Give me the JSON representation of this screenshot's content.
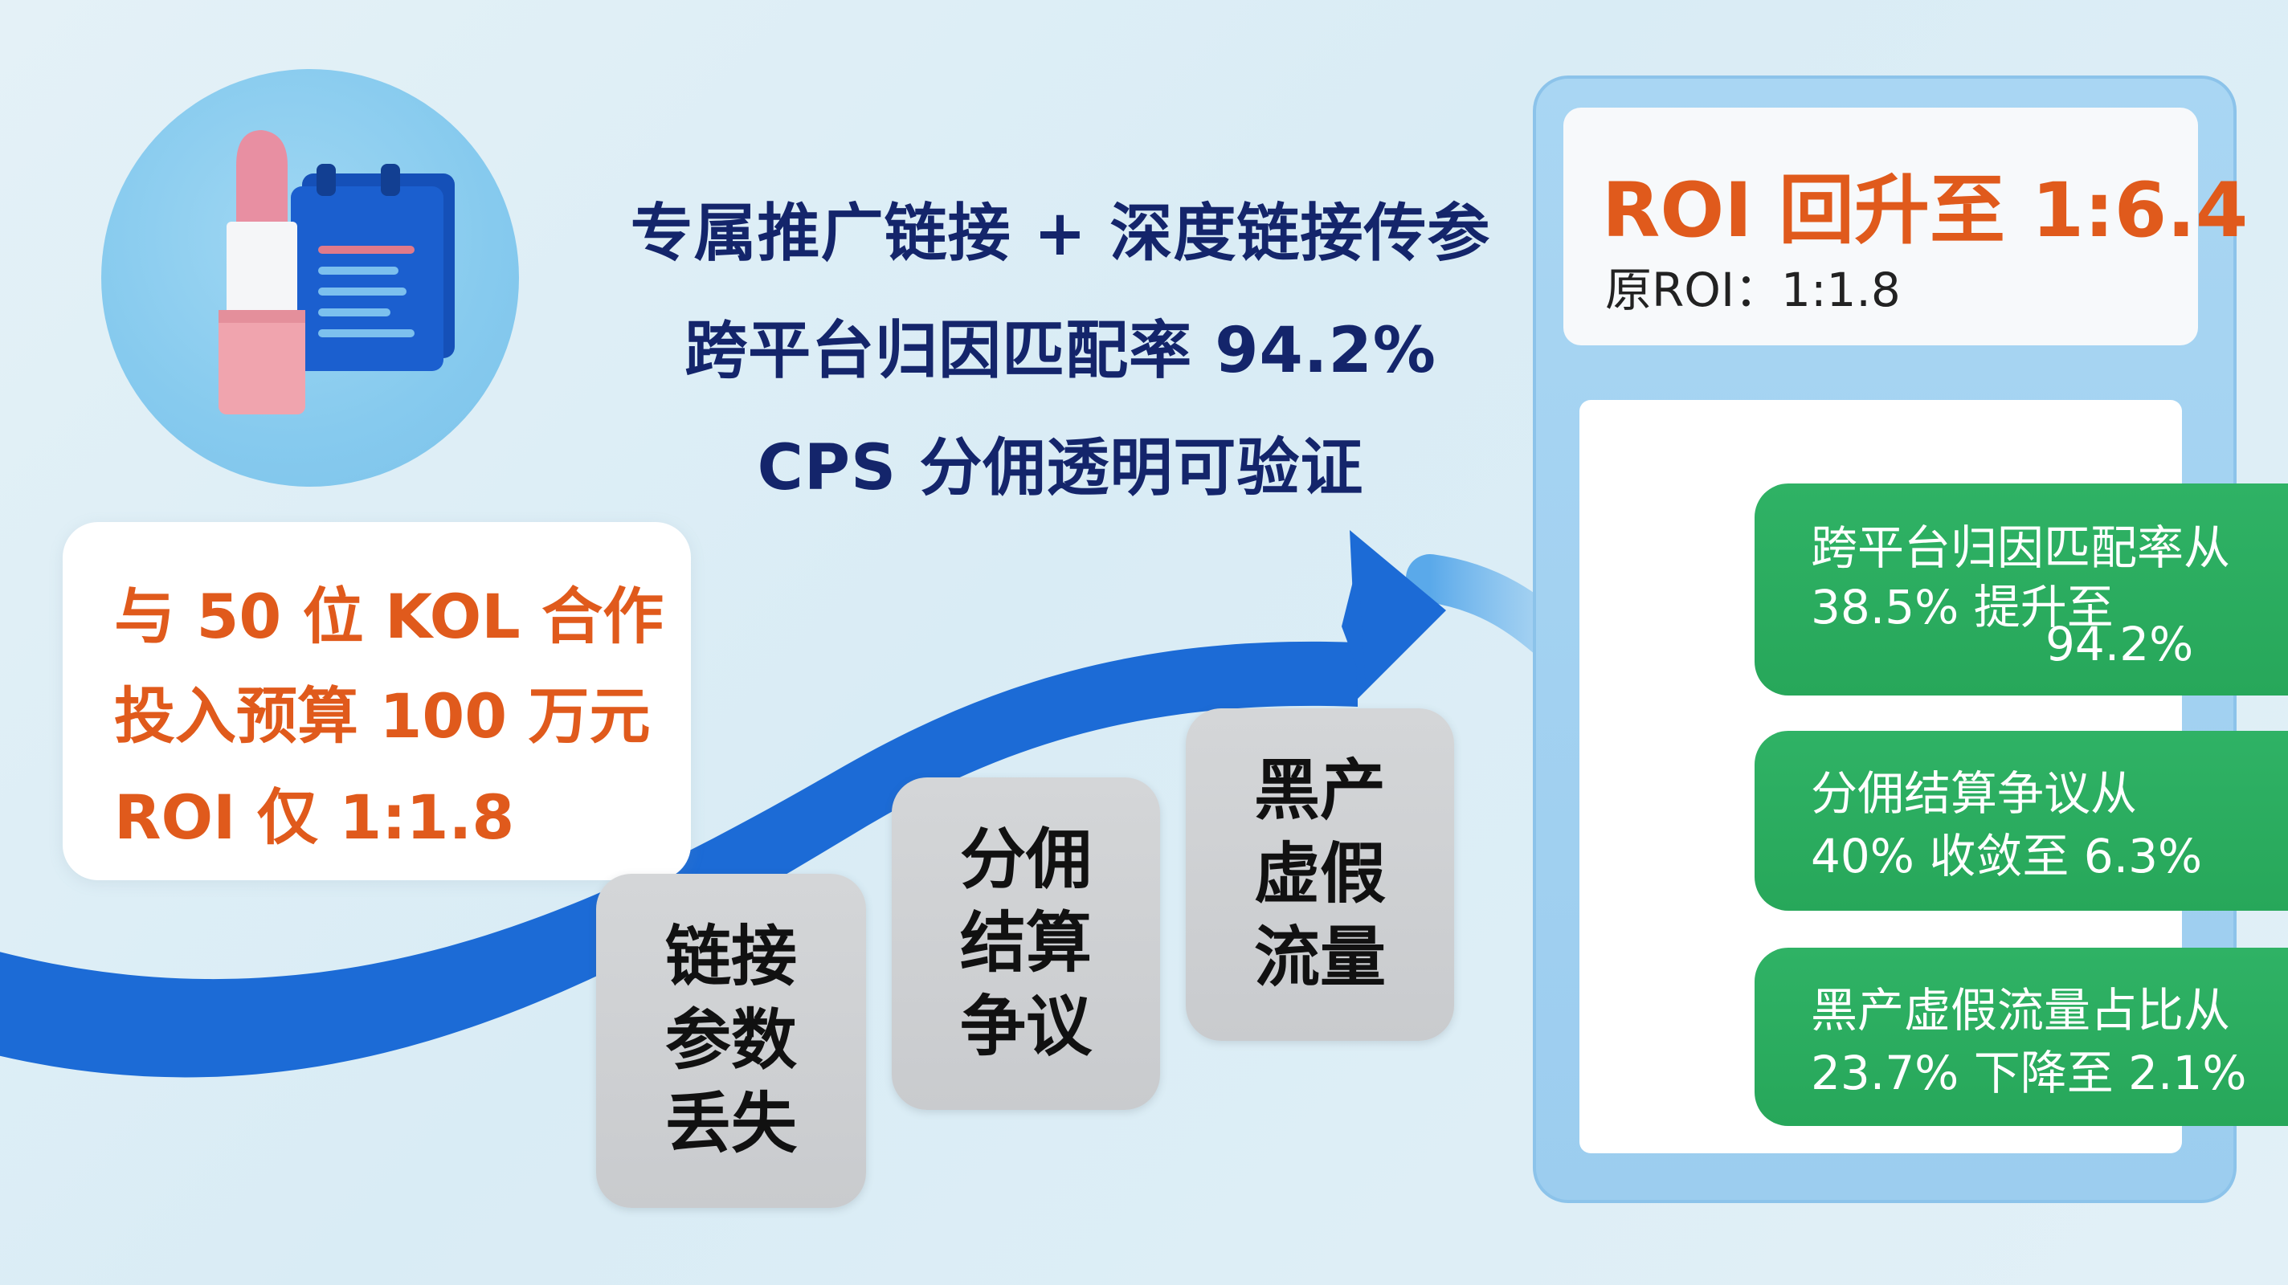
{
  "headline": {
    "line1": "专属推广链接 + 深度链接传参",
    "line2": "跨平台归因匹配率 94.2%",
    "line3": "CPS 分佣透明可验证"
  },
  "kol_card": {
    "line1": "与 50 位 KOL 合作",
    "line2": "投入预算 100 万元",
    "line3": "ROI 仅 1:1.8"
  },
  "problems": [
    {
      "l1": "链接",
      "l2": "参数",
      "l3": "丢失"
    },
    {
      "l1": "分佣",
      "l2": "结算",
      "l3": "争议"
    },
    {
      "l1": "黑产",
      "l2": "虚假",
      "l3": "流量"
    }
  ],
  "roi_panel": {
    "title": "ROI 回升至 1:6.4",
    "original": "原ROI：1:1.8"
  },
  "results": [
    {
      "l1": "跨平台归因匹配率从",
      "l2": "38.5% 提升至",
      "l3": "94.2%"
    },
    {
      "l1": "分佣结算争议从",
      "l2": "40% 收敛至 6.3%"
    },
    {
      "l1": "黑产虚假流量占比从",
      "l2": "23.7% 下降至 2.1%"
    }
  ],
  "icons": [
    "lipstick-icon",
    "document-icon",
    "arrow-icon"
  ],
  "colors": {
    "headline": "#14256b",
    "accent_orange": "#e05a1c",
    "arrow_blue": "#1c6bd6",
    "result_green": "#2bac5f",
    "panel_blue": "#a9d6f3"
  }
}
